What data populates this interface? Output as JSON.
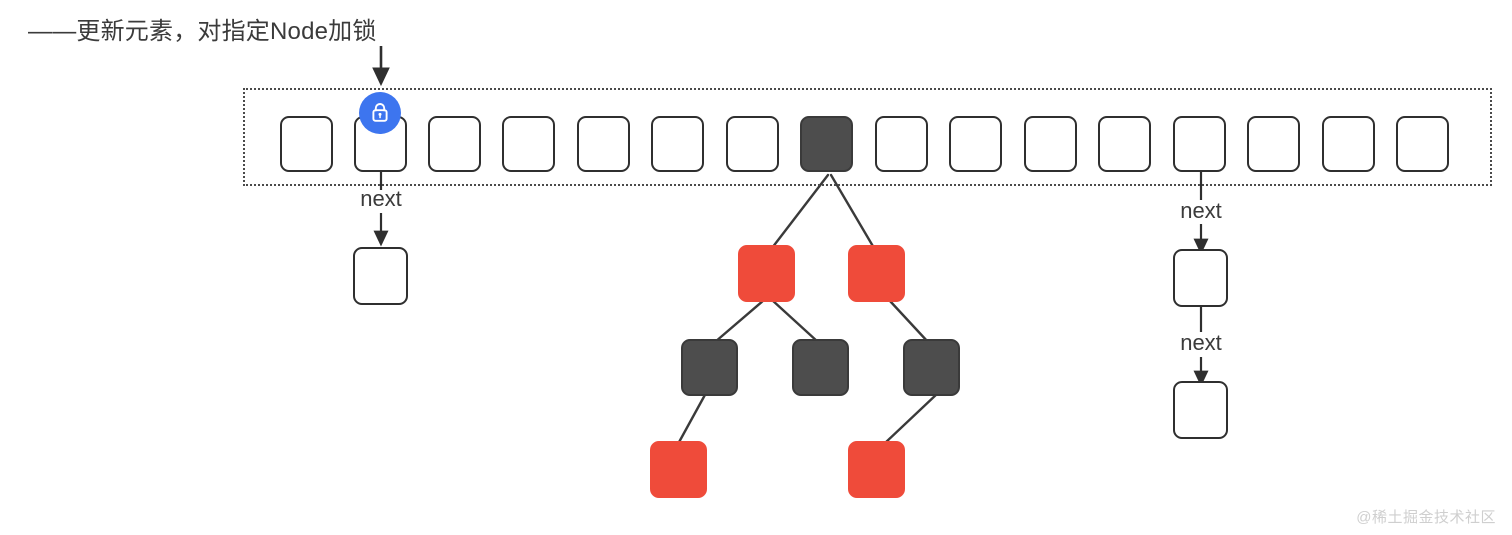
{
  "caption": {
    "text": "——更新元素，对指定Node加锁"
  },
  "colors": {
    "accent_blue": "#3d75ef",
    "node_red": "#ef4b3a",
    "node_dark": "#4d4d4d",
    "node_white": "#ffffff",
    "stroke": "#2f2f2f",
    "watermark": "#cfcfcf"
  },
  "array": {
    "name": "hash-bucket-array",
    "slot_count": 16,
    "slots": [
      {
        "index": 0,
        "fill": "white",
        "label": ""
      },
      {
        "index": 1,
        "fill": "white",
        "label": "",
        "locked": true
      },
      {
        "index": 2,
        "fill": "white",
        "label": ""
      },
      {
        "index": 3,
        "fill": "white",
        "label": ""
      },
      {
        "index": 4,
        "fill": "white",
        "label": ""
      },
      {
        "index": 5,
        "fill": "white",
        "label": ""
      },
      {
        "index": 6,
        "fill": "white",
        "label": ""
      },
      {
        "index": 7,
        "fill": "dark",
        "label": ""
      },
      {
        "index": 8,
        "fill": "white",
        "label": ""
      },
      {
        "index": 9,
        "fill": "white",
        "label": ""
      },
      {
        "index": 10,
        "fill": "white",
        "label": ""
      },
      {
        "index": 11,
        "fill": "white",
        "label": ""
      },
      {
        "index": 12,
        "fill": "white",
        "label": ""
      },
      {
        "index": 13,
        "fill": "white",
        "label": ""
      },
      {
        "index": 14,
        "fill": "white",
        "label": ""
      },
      {
        "index": 15,
        "fill": "white",
        "label": ""
      }
    ]
  },
  "lock_badge": {
    "icon": "lock-icon",
    "attached_to_slot": 1
  },
  "pointer_arrow": {
    "name": "update-target-arrow",
    "points_to_slot": 1
  },
  "left_chain": {
    "from_slot": 1,
    "labels": [
      "next"
    ],
    "nodes": [
      {
        "fill": "white",
        "label": ""
      }
    ]
  },
  "right_chain": {
    "from_slot": 12,
    "labels": [
      "next",
      "next"
    ],
    "nodes": [
      {
        "fill": "white",
        "label": ""
      },
      {
        "fill": "white",
        "label": ""
      }
    ]
  },
  "tree": {
    "root_slot": 7,
    "nodes": [
      {
        "id": "r1",
        "fill": "red",
        "level": 1,
        "label": ""
      },
      {
        "id": "r2",
        "fill": "red",
        "level": 1,
        "label": ""
      },
      {
        "id": "d1",
        "fill": "dark",
        "level": 2,
        "label": ""
      },
      {
        "id": "d2",
        "fill": "dark",
        "level": 2,
        "label": ""
      },
      {
        "id": "d3",
        "fill": "dark",
        "level": 2,
        "label": ""
      },
      {
        "id": "r3",
        "fill": "red",
        "level": 3,
        "label": ""
      },
      {
        "id": "r4",
        "fill": "red",
        "level": 3,
        "label": ""
      }
    ],
    "edges": [
      [
        "root",
        "r1"
      ],
      [
        "root",
        "r2"
      ],
      [
        "r1",
        "d1"
      ],
      [
        "r1",
        "d2"
      ],
      [
        "r2",
        "d3"
      ],
      [
        "d1",
        "r3"
      ],
      [
        "d3",
        "r4"
      ]
    ]
  },
  "watermark": {
    "text": "@稀土掘金技术社区"
  }
}
